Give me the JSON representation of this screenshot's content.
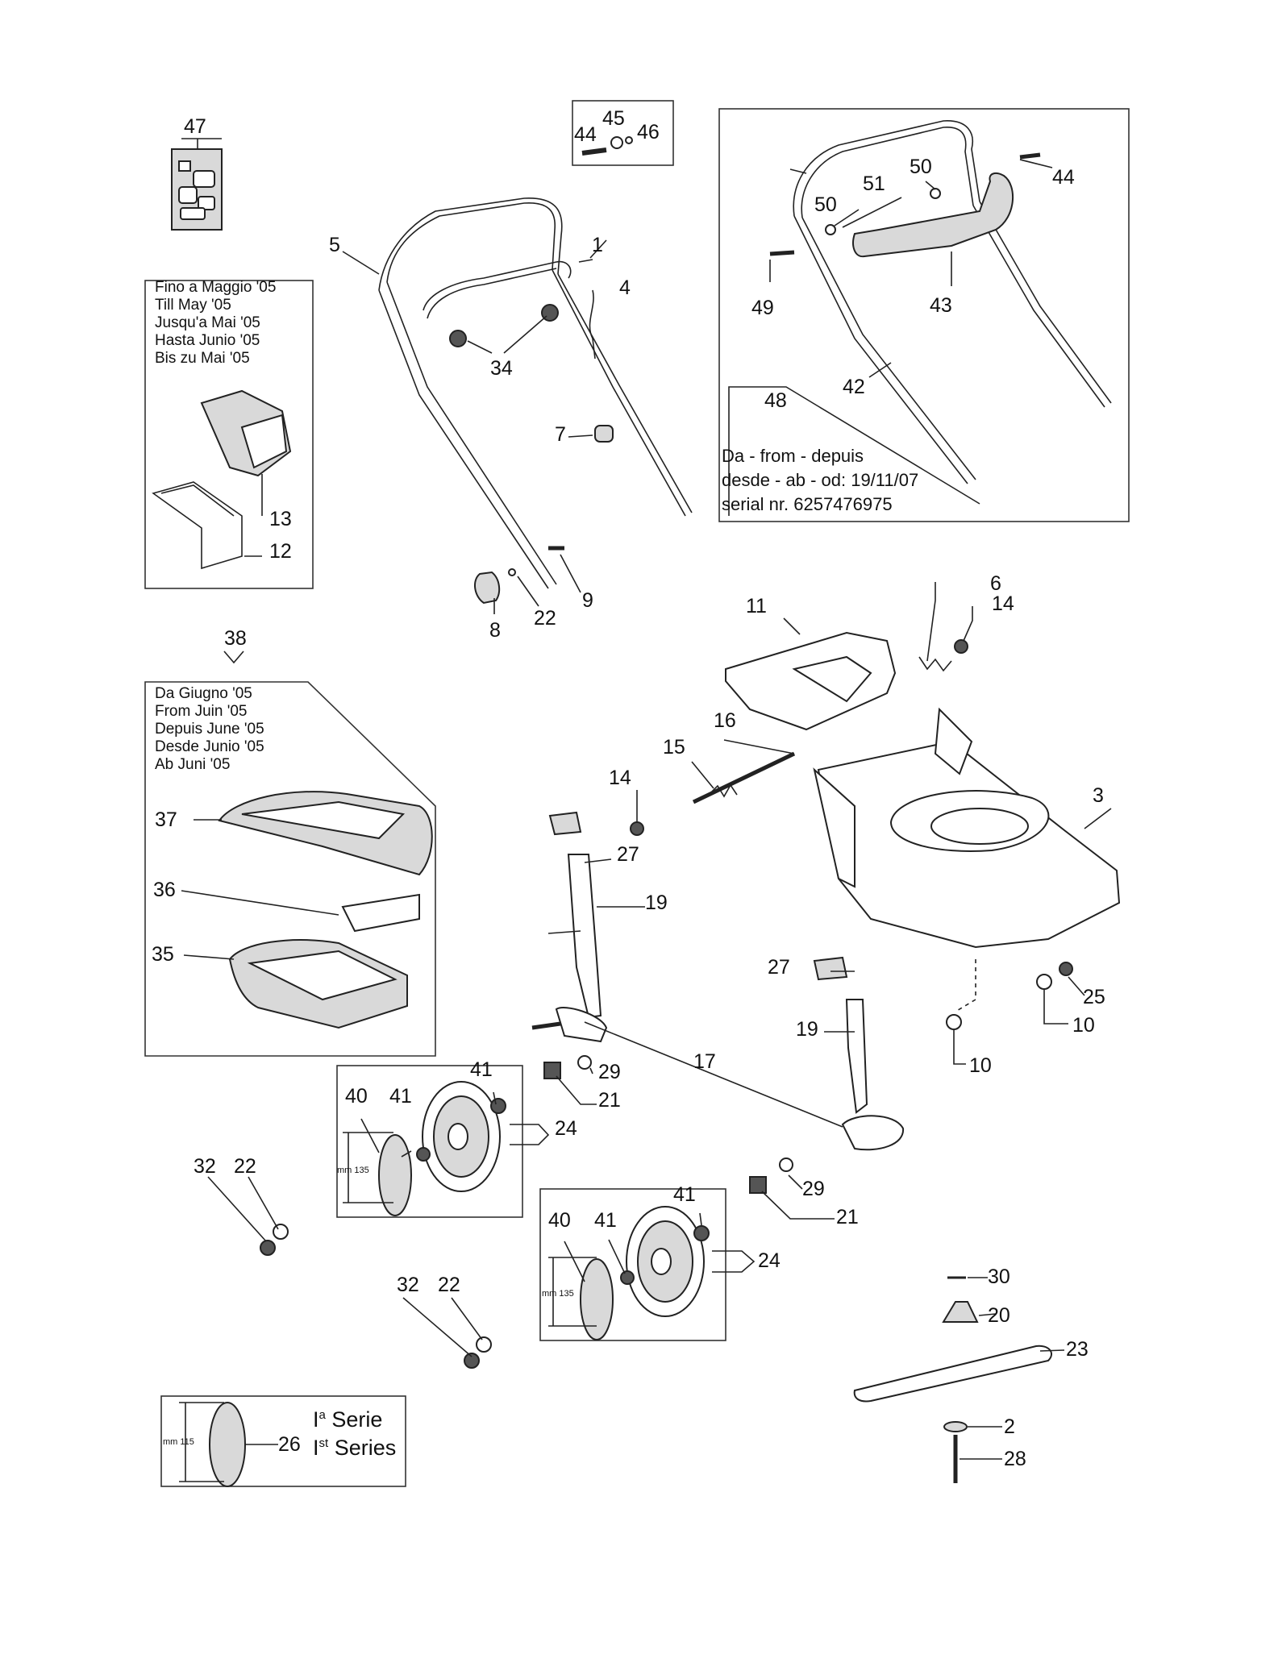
{
  "labels": {
    "p1": "1",
    "p2": "2",
    "p3": "3",
    "p4": "4",
    "p5": "5",
    "p6": "6",
    "p7": "7",
    "p8": "8",
    "p9": "9",
    "p10a": "10",
    "p10b": "10",
    "p11": "11",
    "p12": "12",
    "p13": "13",
    "p14a": "14",
    "p14b": "14",
    "p15": "15",
    "p16": "16",
    "p17": "17",
    "p19a": "19",
    "p19b": "19",
    "p20": "20",
    "p21a": "21",
    "p21b": "21",
    "p22a": "22",
    "p22b": "22",
    "p22c": "22",
    "p23": "23",
    "p24a": "24",
    "p24b": "24",
    "p25": "25",
    "p26": "26",
    "p27a": "27",
    "p27b": "27",
    "p28": "28",
    "p29a": "29",
    "p29b": "29",
    "p30": "30",
    "p32a": "32",
    "p32b": "32",
    "p34": "34",
    "p35": "35",
    "p36": "36",
    "p37": "37",
    "p38": "38",
    "p40a": "40",
    "p40b": "40",
    "p41a": "41",
    "p41b": "41",
    "p41c": "41",
    "p41d": "41",
    "p42": "42",
    "p43": "43",
    "p44a": "44",
    "p44b": "44",
    "p45": "45",
    "p46": "46",
    "p47": "47",
    "p48": "48",
    "p49": "49",
    "p50a": "50",
    "p50b": "50",
    "p51": "51"
  },
  "notes": {
    "until": [
      "Fino a Maggio '05",
      "Till May '05",
      "Jusqu'a Mai '05",
      "Hasta Junio '05",
      "Bis zu Mai '05"
    ],
    "from_june": [
      "Da Giugno '05",
      "From Juin '05",
      "Depuis June '05",
      "Desde Junio '05",
      "Ab Juni '05"
    ],
    "from_serial": [
      "Da - from - depuis",
      "desde - ab - od: 19/11/07",
      "serial nr. 6257476975"
    ]
  },
  "dimensions": {
    "wheel_a": "mm 135",
    "wheel_b": "mm 135",
    "disc_first_series": "mm 115"
  },
  "series": {
    "line1_prefix": "I",
    "line1_sup": "a",
    "line1_text": " Serie",
    "line2_prefix": "I",
    "line2_sup": "st",
    "line2_text": " Series"
  }
}
